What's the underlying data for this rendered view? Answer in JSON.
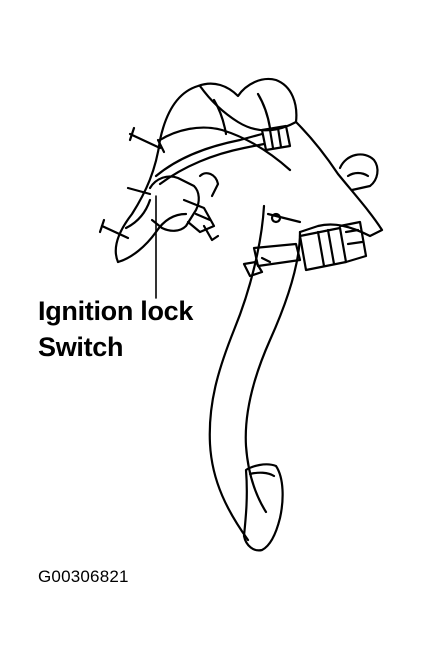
{
  "callout": {
    "line1": "Ignition lock",
    "line2": "Switch"
  },
  "figure_id": "G00306821",
  "colors": {
    "ink": "#000000",
    "paper": "#ffffff"
  }
}
